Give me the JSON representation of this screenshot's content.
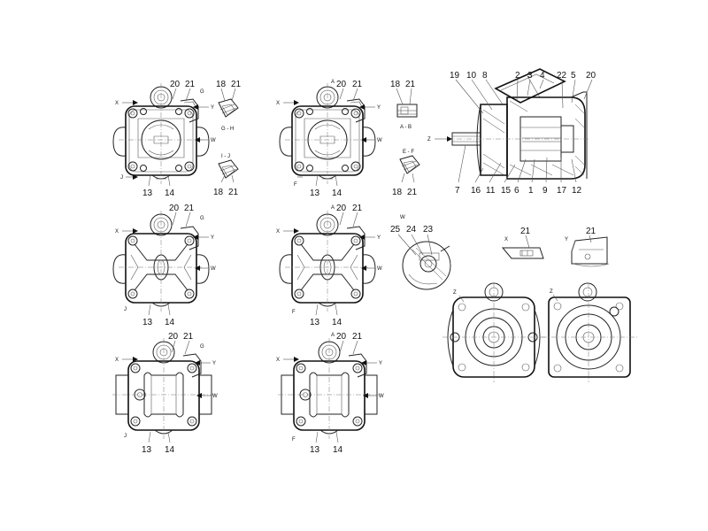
{
  "callouts": {
    "v1": {
      "n20": "20",
      "n21": "21",
      "n13": "13",
      "n14": "14",
      "lx": "X",
      "ly": "Y",
      "lw": "W",
      "lg": "G",
      "lj": "J"
    },
    "v2": {
      "n20": "20",
      "n21": "21",
      "n13": "13",
      "n14": "14",
      "lx": "X",
      "ly": "Y",
      "lw": "W",
      "la": "A",
      "lf": "F"
    },
    "v3": {
      "n20": "20",
      "n21": "21",
      "n13": "13",
      "n14": "14",
      "lx": "X",
      "ly": "Y",
      "lw": "W",
      "lg": "G",
      "lj": "J"
    },
    "v4": {
      "n20": "20",
      "n21": "21",
      "n13": "13",
      "n14": "14",
      "lx": "X",
      "ly": "Y",
      "lw": "W",
      "la": "A",
      "lf": "F"
    },
    "v5": {
      "n20": "20",
      "n21": "21",
      "n13": "13",
      "n14": "14",
      "lx": "X",
      "ly": "Y",
      "lw": "W",
      "lg": "G",
      "lj": "J"
    },
    "v6": {
      "n20": "20",
      "n21": "21",
      "n13": "13",
      "n14": "14",
      "lx": "X",
      "ly": "Y",
      "lw": "W",
      "la": "A",
      "lf": "F"
    }
  },
  "details": {
    "gh": {
      "n18": "18",
      "n21": "21",
      "label": "G - H"
    },
    "ij": {
      "n18": "18",
      "n21": "21",
      "label": "I - J"
    },
    "ab": {
      "n18": "18",
      "n21": "21",
      "label": "A - B"
    },
    "ef": {
      "n18": "18",
      "n21": "21",
      "label": "E - F"
    },
    "w": {
      "n25": "25",
      "n24": "24",
      "n23": "23",
      "label": "W"
    },
    "x": {
      "n21": "21",
      "label": "X"
    },
    "y": {
      "n21": "21",
      "label": "Y"
    },
    "z1": {
      "label": "Z"
    },
    "z2": {
      "label": "Z"
    }
  },
  "section": {
    "top": [
      "19",
      "10",
      "8",
      "2",
      "3",
      "4",
      "22",
      "5",
      "20"
    ],
    "bottom": [
      "7",
      "16",
      "11",
      "15",
      "6",
      "1",
      "9",
      "17",
      "12"
    ],
    "z": "Z"
  }
}
